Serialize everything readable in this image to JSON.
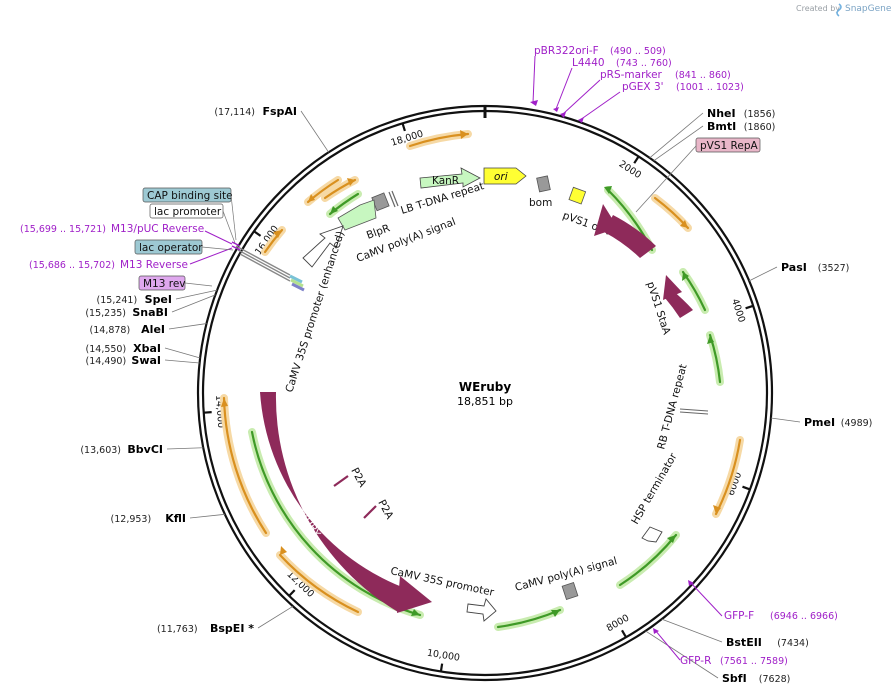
{
  "credit": {
    "text": "Created by",
    "brand": "SnapGene"
  },
  "plasmid": {
    "name": "WEruby",
    "length_label": "18,851 bp"
  },
  "ticks": [
    {
      "label": "2000",
      "angle": 33
    },
    {
      "label": "4000",
      "angle": 72
    },
    {
      "label": "6000",
      "angle": 110
    },
    {
      "label": "8000",
      "angle": 150
    },
    {
      "label": "10,000",
      "angle": 189
    },
    {
      "label": "12,000",
      "angle": 224
    },
    {
      "label": "14,000",
      "angle": 266
    },
    {
      "label": "16,000",
      "angle": 305
    },
    {
      "label": "18,000",
      "angle": 343
    }
  ],
  "sites": [
    {
      "name": "NheI",
      "pos": "(1856)",
      "angle": 35
    },
    {
      "name": "BmtI",
      "pos": "(1860)",
      "angle": 36
    },
    {
      "name": "PasI",
      "pos": "(3527)",
      "angle": 67
    },
    {
      "name": "PmeI",
      "pos": "(4989)",
      "angle": 95
    },
    {
      "name": "BstEII",
      "pos": "(7434)",
      "angle": 142
    },
    {
      "name": "SbfI",
      "pos": "(7628)",
      "angle": 146
    },
    {
      "name": "BspEI *",
      "pos": "(11,763)",
      "angle": 222
    },
    {
      "name": "KflI",
      "pos": "(12,953)",
      "angle": 245
    },
    {
      "name": "BbvCI",
      "pos": "(13,603)",
      "angle": 259
    },
    {
      "name": "SwaI",
      "pos": "(14,490)",
      "angle": 276
    },
    {
      "name": "XbaI",
      "pos": "(14,550)",
      "angle": 277
    },
    {
      "name": "AleI",
      "pos": "(14,878)",
      "angle": 284
    },
    {
      "name": "SnaBI",
      "pos": "(15,235)",
      "angle": 290
    },
    {
      "name": "SpeI",
      "pos": "(15,241)",
      "angle": 291
    },
    {
      "name": "FspAI",
      "pos": "(17,114)",
      "angle": 327
    }
  ],
  "primers": [
    {
      "name": "pBR322ori-F",
      "pos": "(490 .. 509)"
    },
    {
      "name": "L4440",
      "pos": "(743 .. 760)"
    },
    {
      "name": "pRS-marker",
      "pos": "(841 .. 860)"
    },
    {
      "name": "pGEX 3'",
      "pos": "(1001 .. 1023)"
    },
    {
      "name": "GFP-F",
      "pos": "(6946 .. 6966)"
    },
    {
      "name": "GFP-R",
      "pos": "(7561 .. 7589)"
    },
    {
      "name": "M13/pUC Reverse",
      "pos": "(15,699 .. 15,721)"
    },
    {
      "name": "M13 Reverse",
      "pos": "(15,686 .. 15,702)"
    }
  ],
  "boxed_labels": {
    "pvs1_repa": "pVS1 RepA",
    "cap_site": "CAP binding site",
    "lac_promoter": "lac promoter",
    "lac_operator": "lac operator",
    "m13_rev": "M13 rev"
  },
  "features": {
    "kanr": "KanR",
    "ori": "ori",
    "bom": "bom",
    "pvs1_oriv": "pVS1 oriV",
    "pvs1_staa": "pVS1 StaA",
    "lb_repeat": "LB T-DNA repeat",
    "blpr": "BlpR",
    "camv_polya_1": "CaMV poly(A) signal",
    "camv_35s_enh": "CaMV 35S promoter (enhanced)",
    "ruby": "RUBY",
    "p2a_1": "P2A",
    "p2a_2": "P2A",
    "camv_35s": "CaMV 35S promoter",
    "camv_polya_2": "CaMV poly(A) signal",
    "hsp": "HSP terminator",
    "rb_repeat": "RB T-DNA repeat"
  },
  "colors": {
    "backbone": "#111111",
    "ruby": "#8e2a5a",
    "orange_arc": "#d9901f",
    "orange_glow": "#f6d9a5",
    "green_arc": "#3f9a27",
    "green_glow": "#c9ecb0",
    "primer": "#a020c8",
    "box_blue": "#9dc9d3",
    "box_pink": "#e9b7c9",
    "box_violet": "#dfa8ee",
    "kanr_fill": "#c7f7c0",
    "ori_fill": "#ffff33"
  }
}
